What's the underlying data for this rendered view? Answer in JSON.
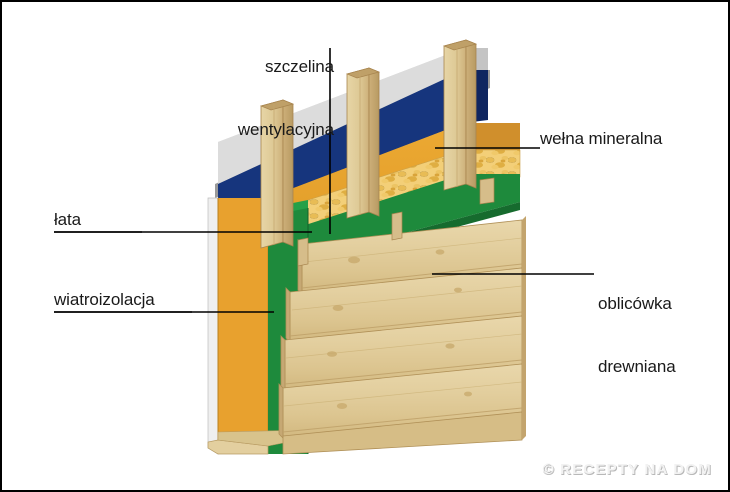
{
  "figure": {
    "kind": "wall-cross-section-diagram",
    "background": "#ffffff",
    "border_color": "#000000"
  },
  "labels": {
    "vent_gap": {
      "line1": "szczelina",
      "line2": "wentylacyjna"
    },
    "mineral_wool": "wełna mineralna",
    "batten": "łata",
    "wind_barrier": "wiatroizolacja",
    "cladding": {
      "line1": "oblicówka",
      "line2": "drewniana"
    }
  },
  "watermark": "© RECEPTY NA DOM",
  "palette": {
    "wood_light": "#e8d6a8",
    "wood_mid": "#d9c08a",
    "wood_dark": "#c9a96a",
    "wood_edge": "#a8854f",
    "orange": "#e8a12e",
    "orange_top": "#c2822a",
    "green": "#1e8a3c",
    "green_dark": "#166b2e",
    "navy": "#16357d",
    "gray": "#d6d6d6",
    "wool": "#f0c96a",
    "wool_dark": "#d9a844",
    "line": "#000000"
  }
}
